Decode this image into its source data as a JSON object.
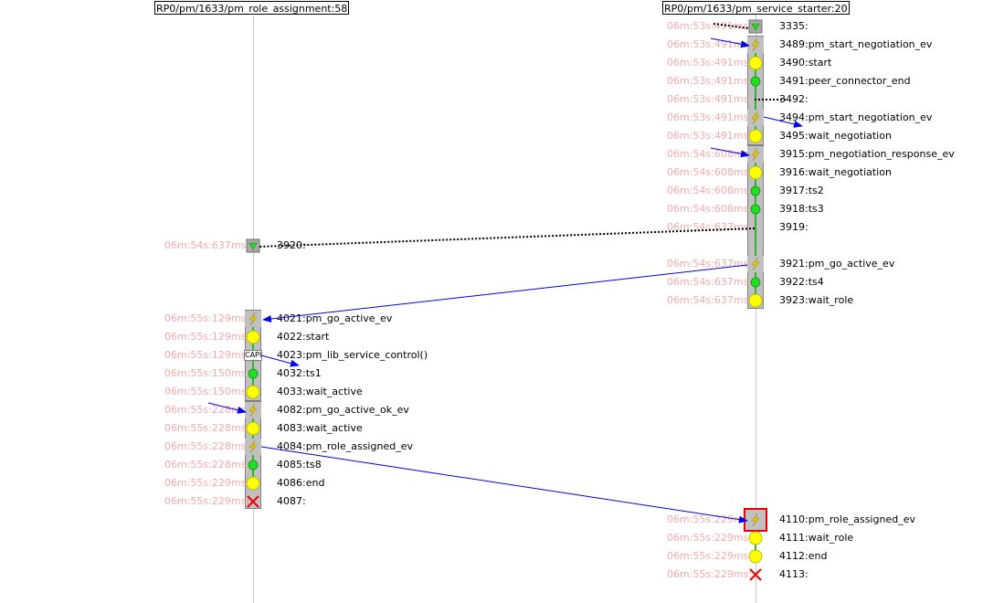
{
  "lifelines": [
    {
      "label": "RP0/pm/1633/pm_role_assignment:58"
    },
    {
      "label": "RP0/pm/1633/pm_service_starter:20"
    }
  ],
  "events": [
    {
      "lane": 1,
      "ts": "06m:53s:491ms:",
      "label": "3335:",
      "marker": "start"
    },
    {
      "lane": 1,
      "ts": "06m:53s:491ms:",
      "label": "3489:pm_start_negotiation_ev",
      "marker": "event"
    },
    {
      "lane": 1,
      "ts": "06m:53s:491ms:",
      "label": "3490:start",
      "marker": "state"
    },
    {
      "lane": 1,
      "ts": "06m:53s:491ms:",
      "label": "3491:peer_connector_end",
      "marker": "transition"
    },
    {
      "lane": 1,
      "ts": "06m:53s:491ms:",
      "label": "3492:",
      "marker": "none"
    },
    {
      "lane": 1,
      "ts": "06m:53s:491ms:",
      "label": "3494:pm_start_negotiation_ev",
      "marker": "event"
    },
    {
      "lane": 1,
      "ts": "06m:53s:491ms:",
      "label": "3495:wait_negotiation",
      "marker": "state"
    },
    {
      "lane": 1,
      "ts": "06m:54s:608ms:",
      "label": "3915:pm_negotiation_response_ev",
      "marker": "event"
    },
    {
      "lane": 1,
      "ts": "06m:54s:608ms:",
      "label": "3916:wait_negotiation",
      "marker": "state"
    },
    {
      "lane": 1,
      "ts": "06m:54s:608ms:",
      "label": "3917:ts2",
      "marker": "transition"
    },
    {
      "lane": 1,
      "ts": "06m:54s:608ms:",
      "label": "3918:ts3",
      "marker": "transition"
    },
    {
      "lane": 1,
      "ts": "06m:54s:637ms:",
      "label": "3919:",
      "marker": "none"
    },
    {
      "lane": 0,
      "ts": "06m:54s:637ms:",
      "label": "3920:",
      "marker": "start"
    },
    {
      "lane": 1,
      "ts": "06m:54s:637ms:",
      "label": "3921:pm_go_active_ev",
      "marker": "event"
    },
    {
      "lane": 1,
      "ts": "06m:54s:637ms:",
      "label": "3922:ts4",
      "marker": "transition"
    },
    {
      "lane": 1,
      "ts": "06m:54s:637ms:",
      "label": "3923:wait_role",
      "marker": "state"
    },
    {
      "lane": 0,
      "ts": "06m:55s:129ms:",
      "label": "4021:pm_go_active_ev",
      "marker": "event"
    },
    {
      "lane": 0,
      "ts": "06m:55s:129ms:",
      "label": "4022:start",
      "marker": "state"
    },
    {
      "lane": 0,
      "ts": "06m:55s:129ms:",
      "label": "4023:pm_lib_service_control()",
      "marker": "capi",
      "marker_text": "CAPI"
    },
    {
      "lane": 0,
      "ts": "06m:55s:150ms:",
      "label": "4032:ts1",
      "marker": "transition"
    },
    {
      "lane": 0,
      "ts": "06m:55s:150ms:",
      "label": "4033:wait_active",
      "marker": "state"
    },
    {
      "lane": 0,
      "ts": "06m:55s:228ms:",
      "label": "4082:pm_go_active_ok_ev",
      "marker": "event"
    },
    {
      "lane": 0,
      "ts": "06m:55s:228ms:",
      "label": "4083:wait_active",
      "marker": "state"
    },
    {
      "lane": 0,
      "ts": "06m:55s:228ms:",
      "label": "4084:pm_role_assigned_ev",
      "marker": "event"
    },
    {
      "lane": 0,
      "ts": "06m:55s:228ms:",
      "label": "4085:ts8",
      "marker": "transition"
    },
    {
      "lane": 0,
      "ts": "06m:55s:229ms:",
      "label": "4086:end",
      "marker": "state"
    },
    {
      "lane": 0,
      "ts": "06m:55s:229ms:",
      "label": "4087:",
      "marker": "end"
    },
    {
      "lane": 1,
      "ts": "06m:55s:229ms:",
      "label": "4110:pm_role_assigned_ev",
      "marker": "event",
      "selected": true
    },
    {
      "lane": 1,
      "ts": "06m:55s:229ms:",
      "label": "4111:wait_role",
      "marker": "state"
    },
    {
      "lane": 1,
      "ts": "06m:55s:229ms:",
      "label": "4112:end",
      "marker": "state"
    },
    {
      "lane": 1,
      "ts": "06m:55s:229ms:",
      "label": "4113:",
      "marker": "end"
    }
  ],
  "colors": {
    "timestamp": "#f4aaaa",
    "message_arrow": "#0000ee",
    "state_marker": "#ffff00",
    "transition_marker": "#22dd22",
    "activation_block": "#c0c0c0",
    "end_marker": "#ee0000",
    "selection_box": "#ee0000",
    "event_bolt": "#e8c800"
  }
}
